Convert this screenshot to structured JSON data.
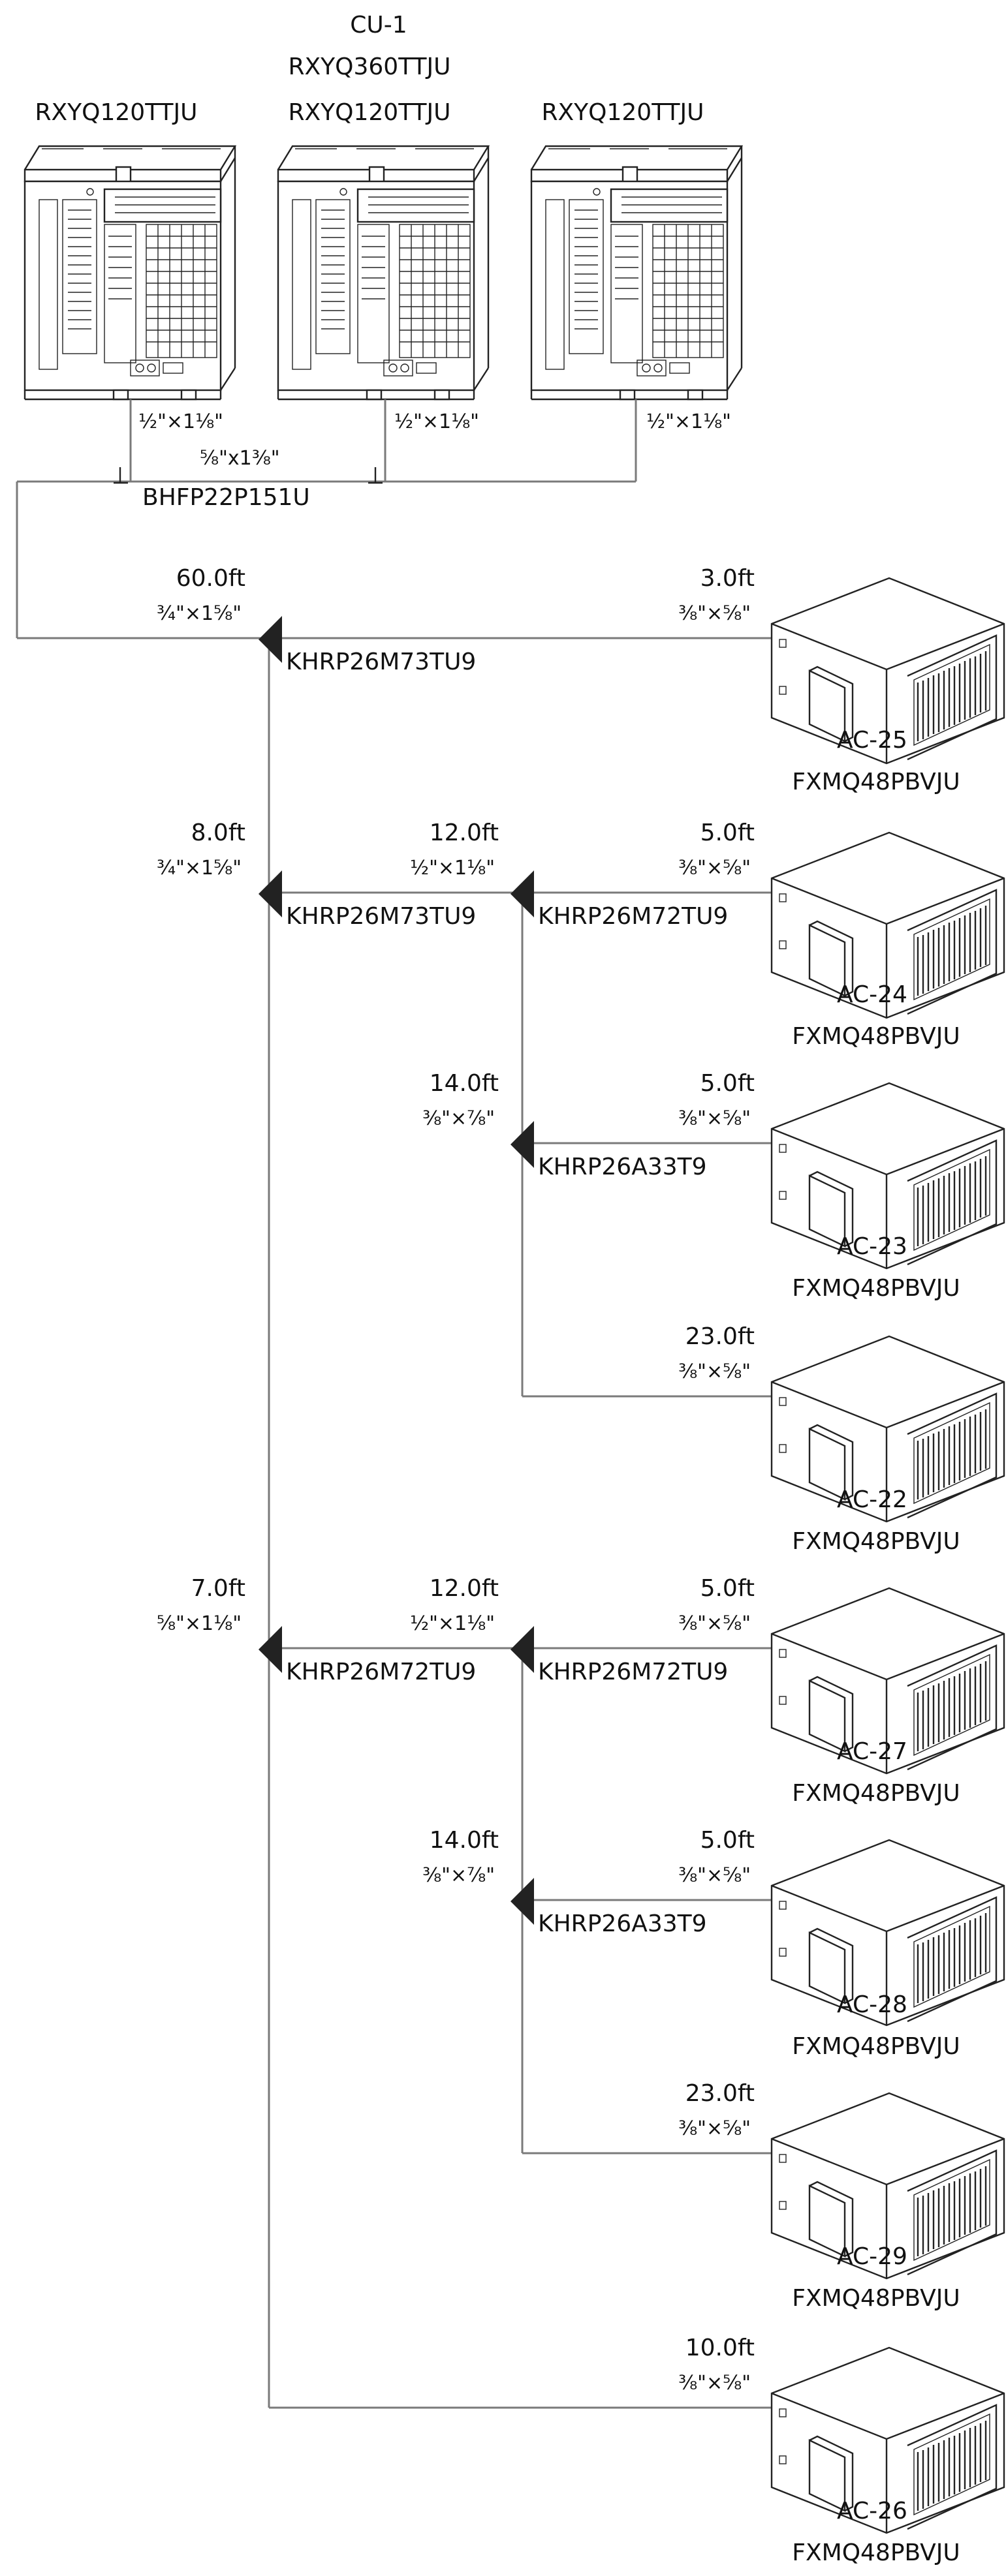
{
  "outdoor_system": {
    "tag": "CU-1",
    "model": "RXYQ360TTJU",
    "modules": [
      {
        "model": "RXYQ120TTJU",
        "pipe": "½\"×1⅛\""
      },
      {
        "model": "RXYQ120TTJU",
        "pipe": "½\"×1⅛\""
      },
      {
        "model": "RXYQ120TTJU",
        "pipe": "½\"×1⅛\""
      }
    ],
    "header_pipe": "⅝\"x1⅜\"",
    "header_kit": "BHFP22P151U"
  },
  "joints": [
    {
      "model": "KHRP26M73TU9",
      "upstream_length": "60.0ft",
      "upstream_pipe": "¾\"×1⅝\""
    },
    {
      "model": "KHRP26M73TU9",
      "upstream_length": "8.0ft",
      "upstream_pipe": "¾\"×1⅝\""
    },
    {
      "model": "KHRP26M72TU9",
      "upstream_length": "12.0ft",
      "upstream_pipe": "½\"×1⅛\""
    },
    {
      "model": "KHRP26A33T9",
      "upstream_length": "14.0ft",
      "upstream_pipe": "⅜\"×⅞\""
    },
    {
      "model": "KHRP26M72TU9",
      "upstream_length": "7.0ft",
      "upstream_pipe": "⅝\"×1⅛\""
    },
    {
      "model": "KHRP26M72TU9",
      "upstream_length": "12.0ft",
      "upstream_pipe": "½\"×1⅛\""
    },
    {
      "model": "KHRP26A33T9",
      "upstream_length": "14.0ft",
      "upstream_pipe": "⅜\"×⅞\""
    }
  ],
  "indoor_units": [
    {
      "tag": "AC-25",
      "model": "FXMQ48PBVJU",
      "length": "3.0ft",
      "pipe": "⅜\"×⅝\""
    },
    {
      "tag": "AC-24",
      "model": "FXMQ48PBVJU",
      "length": "5.0ft",
      "pipe": "⅜\"×⅝\""
    },
    {
      "tag": "AC-23",
      "model": "FXMQ48PBVJU",
      "length": "5.0ft",
      "pipe": "⅜\"×⅝\""
    },
    {
      "tag": "AC-22",
      "model": "FXMQ48PBVJU",
      "length": "23.0ft",
      "pipe": "⅜\"×⅝\""
    },
    {
      "tag": "AC-27",
      "model": "FXMQ48PBVJU",
      "length": "5.0ft",
      "pipe": "⅜\"×⅝\""
    },
    {
      "tag": "AC-28",
      "model": "FXMQ48PBVJU",
      "length": "5.0ft",
      "pipe": "⅜\"×⅝\""
    },
    {
      "tag": "AC-29",
      "model": "FXMQ48PBVJU",
      "length": "23.0ft",
      "pipe": "⅜\"×⅝\""
    },
    {
      "tag": "AC-26",
      "model": "FXMQ48PBVJU",
      "length": "10.0ft",
      "pipe": "⅜\"×⅝\""
    }
  ]
}
